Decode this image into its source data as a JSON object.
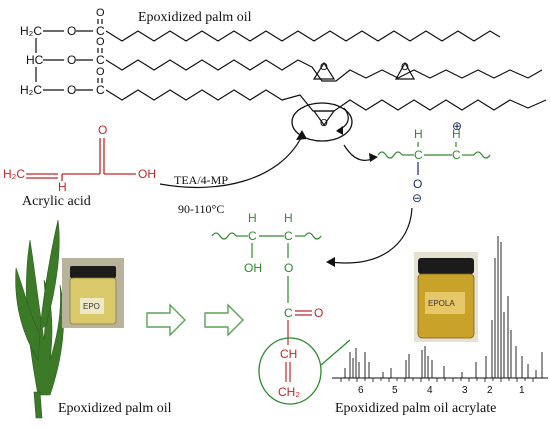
{
  "top_title": "Epoxidized palm oil",
  "triglyceride": {
    "rows": [
      {
        "left": "H₂C",
        "o": "O",
        "c": "C",
        "carbonyl_o": "O"
      },
      {
        "left": "HC",
        "o": "O",
        "c": "C",
        "carbonyl_o": "O"
      },
      {
        "left": "H₂C",
        "o": "O",
        "c": "C",
        "carbonyl_o": "O"
      }
    ],
    "epoxide_o": "O"
  },
  "acrylic_acid": {
    "name": "Acrylic acid",
    "h2c": "H₂C",
    "h": "H",
    "carbonyl_o": "O",
    "oh": "OH"
  },
  "conditions": {
    "catalyst": "TEA/4-MP",
    "temperature": "90-110°C"
  },
  "intermediate": {
    "h_left": "H",
    "c_left": "C",
    "c_right": "C",
    "h_right": "H",
    "o": "O",
    "minus": "⊖",
    "plus": "⊕"
  },
  "product": {
    "h_left": "H",
    "c_left": "C",
    "c_right": "C",
    "h_right": "H",
    "oh": "OH",
    "o_ester": "O",
    "c_carbonyl": "C",
    "o_carbonyl": "O",
    "ch": "CH",
    "ch2": "CH₂"
  },
  "jar_left_label": "EPO",
  "jar_right_label": "EPOLA",
  "bottom_left_caption": "Epoxidized palm oil",
  "bottom_right_caption": "Epoxidized palm oil acrylate",
  "nmr_axis_ticks": [
    "6",
    "5",
    "4",
    "3",
    "2",
    "1"
  ],
  "colors": {
    "acrylic": "#c0282a",
    "green": "#2e8b2e",
    "navy": "#1a2a5a",
    "black": "#111111"
  }
}
